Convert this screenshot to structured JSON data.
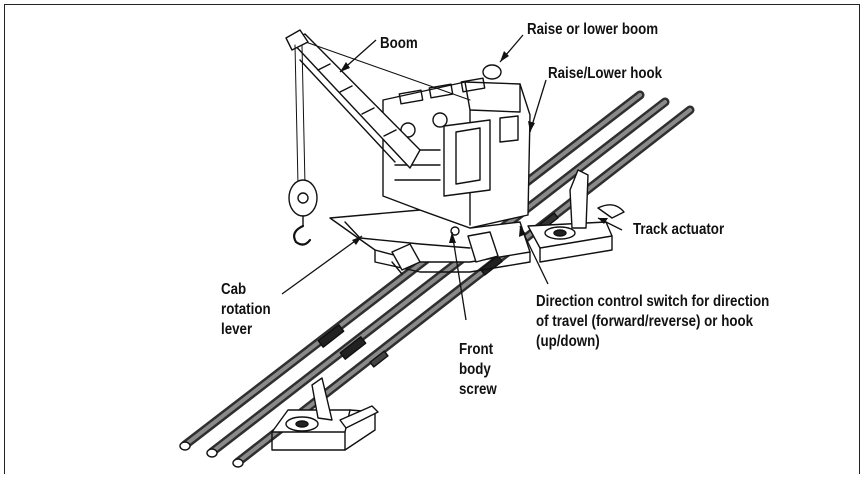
{
  "figure": {
    "labels": {
      "boom": "Boom",
      "raise_lower_boom": "Raise or lower boom",
      "raise_lower_hook": "Raise/Lower hook",
      "track_actuator": "Track actuator",
      "cab_rotation_lever": "Cab\nrotation\nlever",
      "front_body_screw": "Front\nbody\nscrew",
      "direction_control_switch": "Direction control switch for direction\nof travel (forward/reverse)  or hook\n(up/down)"
    },
    "colors": {
      "ink": "#111111",
      "rail": "#3a3a3a",
      "frame": "#222222"
    }
  }
}
